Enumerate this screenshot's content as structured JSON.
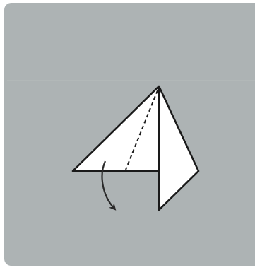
{
  "diagram": {
    "type": "origami-folding-step",
    "colors": {
      "page_background": "#ffffff",
      "panel_background": "#adb3b4",
      "panel_divider": "#b6bcbd",
      "paper_fill": "#ffffff",
      "paper_stroke": "#1a1a1a",
      "fold_line": "#1a1a1a",
      "arrow": "#2a2a2a"
    },
    "icons": {
      "paper": "folded-paper-triangle-shape",
      "valley_fold": "dashed-valley-fold-line",
      "arrow": "curved-fold-direction-arrow"
    }
  }
}
